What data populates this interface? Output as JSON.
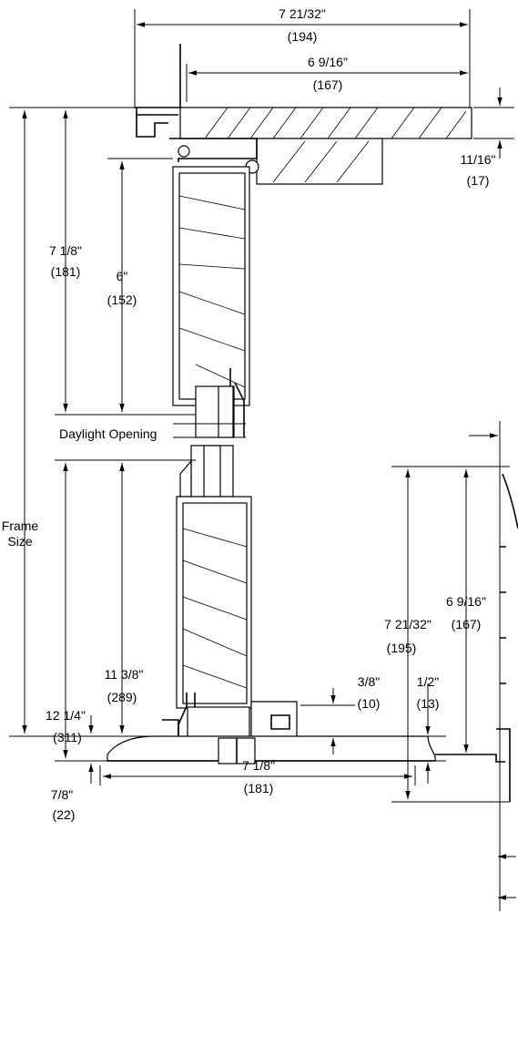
{
  "labels": {
    "top_overall_in": "7 21/32\"",
    "top_overall_mm": "(194)",
    "top_inner_in": "6 9/16\"",
    "top_inner_mm": "(167)",
    "top_right_in": "11/16\"",
    "top_right_mm": "(17)",
    "left_upper_in": "7 1/8\"",
    "left_upper_mm": "(181)",
    "upper_inner_in": "6\"",
    "upper_inner_mm": "(152)",
    "daylight": "Daylight Opening",
    "frame_size_1": "Frame",
    "frame_size_2": "Size",
    "left_lower_in": "12 1/4\"",
    "left_lower_mm": "(311)",
    "lower_inner_in": "11 3/8\"",
    "lower_inner_mm": "(289)",
    "right_outer_in": "7 21/32\"",
    "right_outer_mm": "(195)",
    "right_inner_in": "6 9/16\"",
    "right_inner_mm": "(167)",
    "sill_a_in": "3/8\"",
    "sill_a_mm": "(10)",
    "sill_b_in": "1/2\"",
    "sill_b_mm": "(13)",
    "bottom_left_in": "7/8\"",
    "bottom_left_mm": "(22)",
    "bottom_width_in": "7 1/8\"",
    "bottom_width_mm": "(181)"
  }
}
